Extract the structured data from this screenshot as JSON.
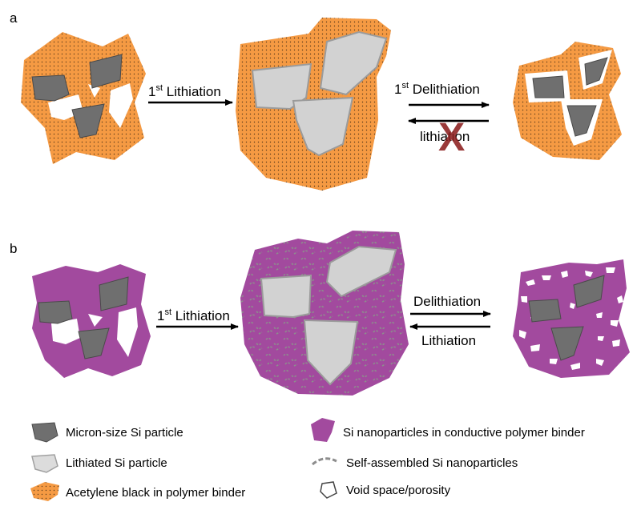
{
  "panels": {
    "a": {
      "letter": "a",
      "first_lithiation": {
        "sup": "st",
        "num": "1",
        "text": " Lithiation"
      },
      "first_delithiation": {
        "sup": "st",
        "num": "1",
        "text": " Delithiation"
      },
      "reverse": "lithiation",
      "blocked_mark": "X"
    },
    "b": {
      "letter": "b",
      "first_lithiation": {
        "sup": "st",
        "num": "1",
        "text": " Lithiation"
      },
      "delithiation": "Delithiation",
      "lithiation": "Lithiation"
    }
  },
  "legend": {
    "micron_si": "Micron-size Si particle",
    "lithiated_si": "Lithiated Si particle",
    "acetylene_black": "Acetylene black in polymer binder",
    "si_nanoparticles_binder": "Si nanoparticles in conductive polymer binder",
    "self_assembled": "Self-assembled Si nanoparticles",
    "void_space": "Void space/porosity"
  },
  "colors": {
    "orange_binder": "#f59a43",
    "purple_binder": "#a24a9e",
    "dark_particle": "#6f6f6f",
    "light_particle": "#cfcfcf",
    "red_x": "#8c1f1f",
    "nano_dash": "#8d8d8d"
  }
}
